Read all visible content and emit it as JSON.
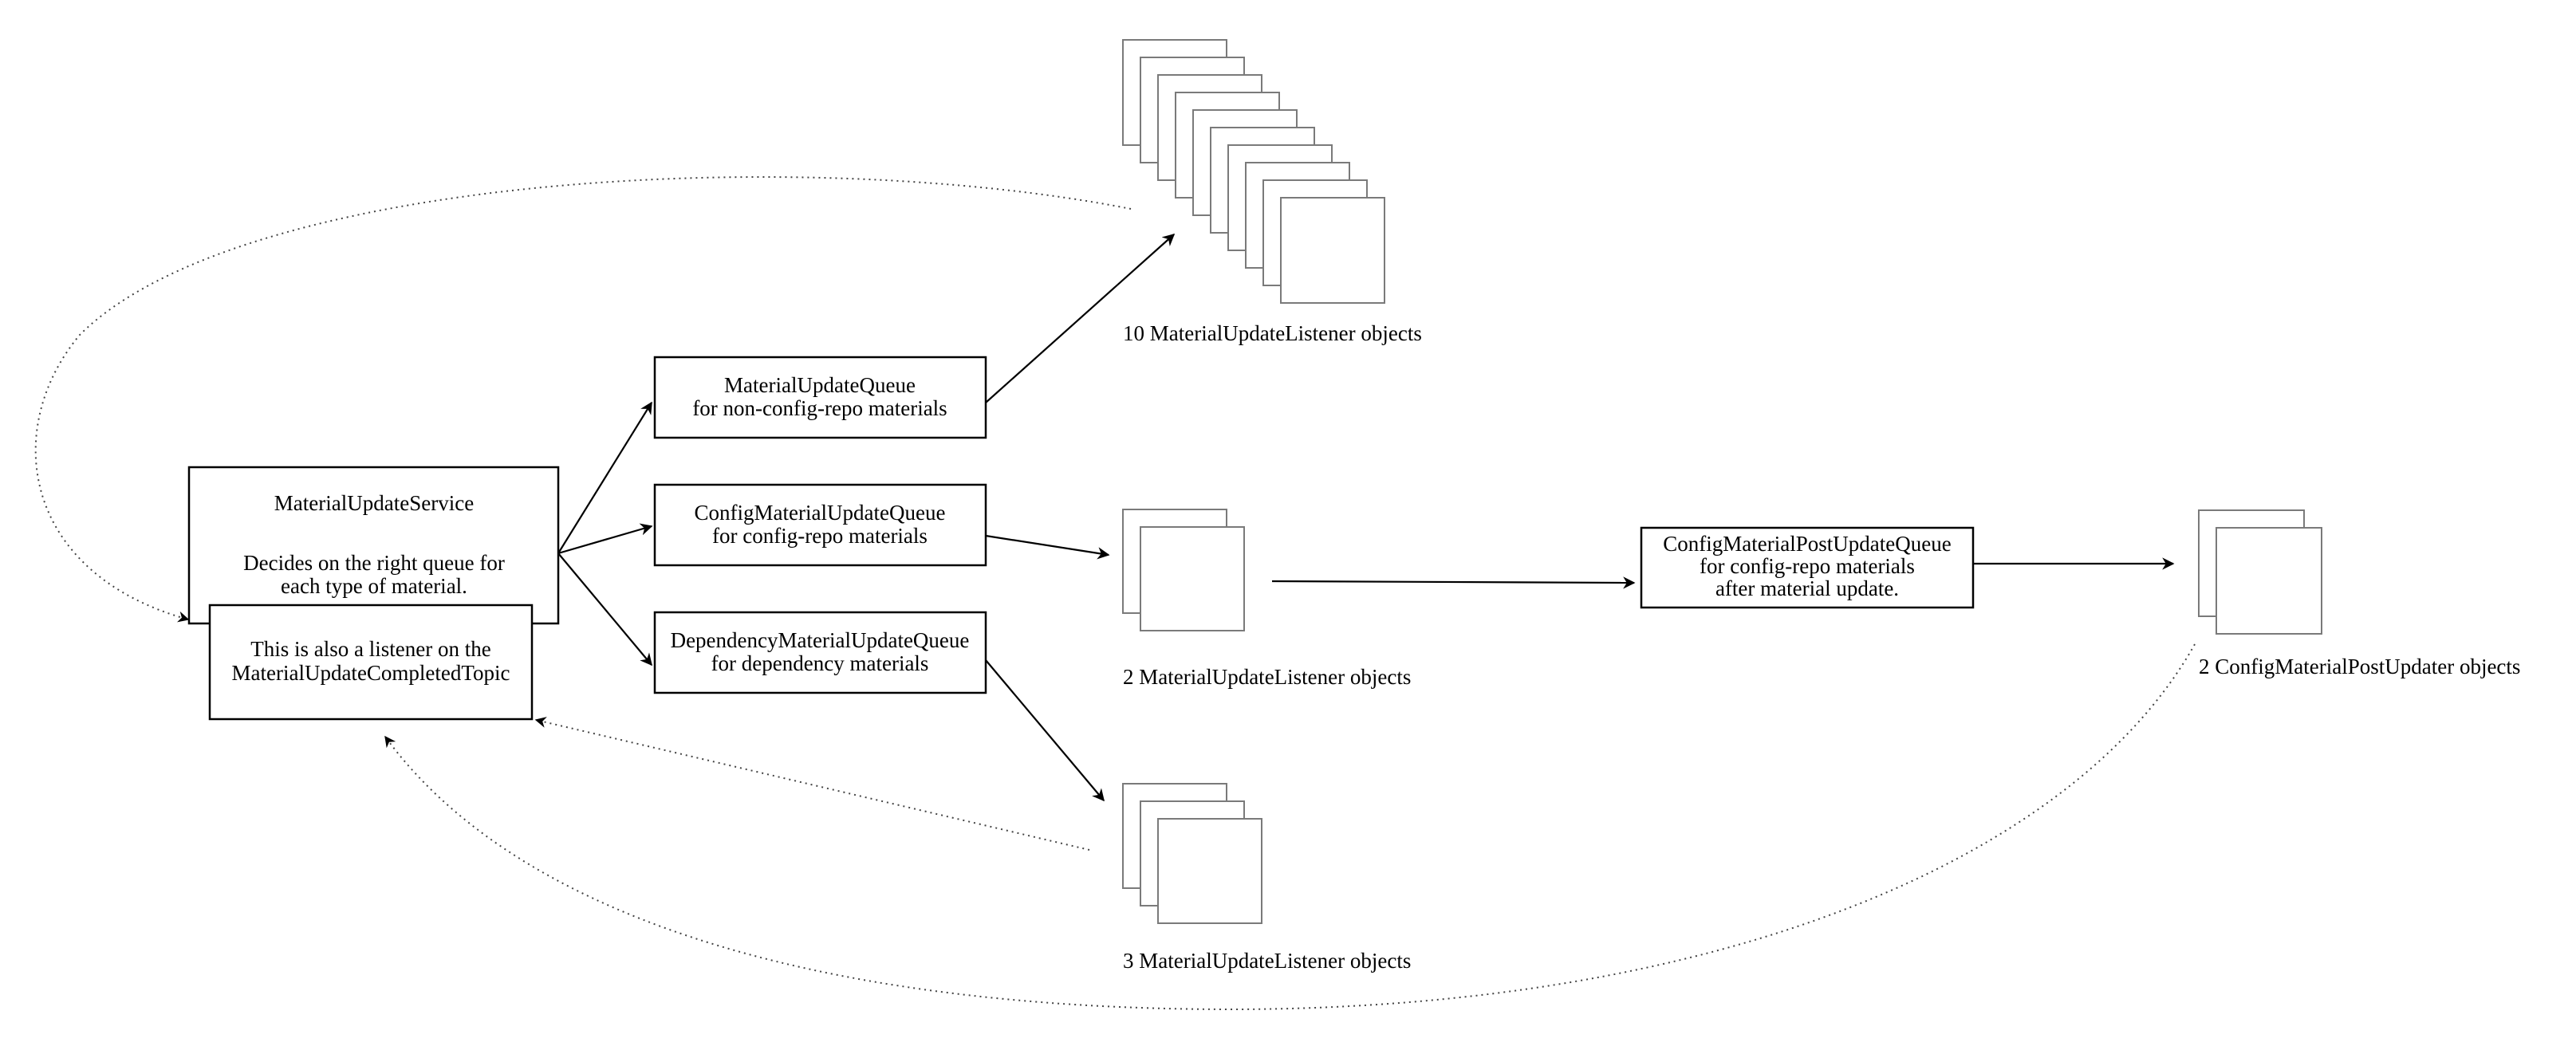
{
  "diagram": {
    "service": {
      "title": "MaterialUpdateService",
      "desc_line1": "Decides on the right queue for",
      "desc_line2": "each type of material."
    },
    "listener_note": {
      "line1": "This is also a listener on the",
      "line2": "MaterialUpdateCompletedTopic"
    },
    "queues": [
      {
        "name": "MaterialUpdateQueue",
        "desc": "for non-config-repo materials"
      },
      {
        "name": "ConfigMaterialUpdateQueue",
        "desc": "for config-repo materials"
      },
      {
        "name": "DependencyMaterialUpdateQueue",
        "desc": "for dependency materials"
      }
    ],
    "post_queue": {
      "name": "ConfigMaterialPostUpdateQueue",
      "line2": "for config-repo materials",
      "line3": "after material update."
    },
    "object_groups": [
      {
        "id": "non-config-listeners",
        "count": 10,
        "label": "10 MaterialUpdateListener objects"
      },
      {
        "id": "config-listeners",
        "count": 2,
        "label": "2 MaterialUpdateListener objects"
      },
      {
        "id": "dependency-listeners",
        "count": 3,
        "label": "3 MaterialUpdateListener objects"
      },
      {
        "id": "post-updaters",
        "count": 2,
        "label": "2 ConfigMaterialPostUpdater objects"
      }
    ],
    "edges": [
      {
        "from": "MaterialUpdateService",
        "to": "MaterialUpdateQueue",
        "style": "solid"
      },
      {
        "from": "MaterialUpdateService",
        "to": "ConfigMaterialUpdateQueue",
        "style": "solid"
      },
      {
        "from": "MaterialUpdateService",
        "to": "DependencyMaterialUpdateQueue",
        "style": "solid"
      },
      {
        "from": "MaterialUpdateQueue",
        "to": "10 MaterialUpdateListener objects",
        "style": "solid"
      },
      {
        "from": "ConfigMaterialUpdateQueue",
        "to": "2 MaterialUpdateListener objects",
        "style": "solid"
      },
      {
        "from": "DependencyMaterialUpdateQueue",
        "to": "3 MaterialUpdateListener objects",
        "style": "solid"
      },
      {
        "from": "2 MaterialUpdateListener objects",
        "to": "ConfigMaterialPostUpdateQueue",
        "style": "solid"
      },
      {
        "from": "ConfigMaterialPostUpdateQueue",
        "to": "2 ConfigMaterialPostUpdater objects",
        "style": "solid"
      },
      {
        "from": "10 MaterialUpdateListener objects",
        "to": "MaterialUpdateCompletedTopic listener",
        "style": "dotted"
      },
      {
        "from": "3 MaterialUpdateListener objects",
        "to": "MaterialUpdateCompletedTopic listener",
        "style": "dotted"
      },
      {
        "from": "2 ConfigMaterialPostUpdater objects",
        "to": "MaterialUpdateCompletedTopic listener",
        "style": "dotted"
      }
    ]
  }
}
